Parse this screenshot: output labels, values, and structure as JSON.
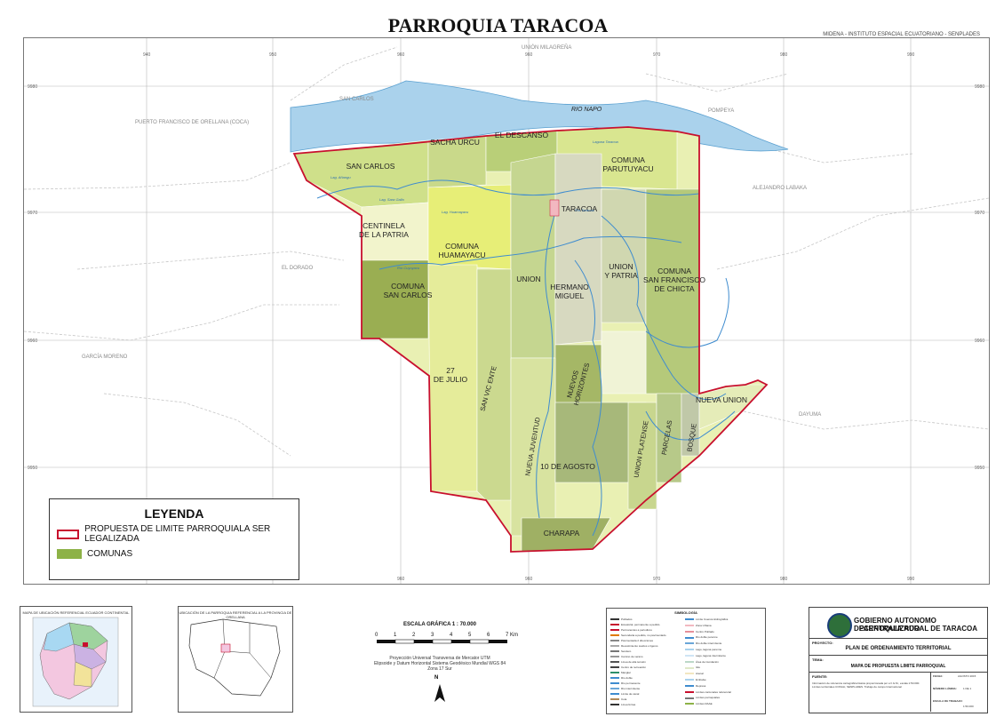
{
  "title": "PARROQUIA TARACOA",
  "source_note": "MIDENA - INSTITUTO ESPACIAL ECUATORIANO - SENPLADES",
  "map": {
    "grid_x_labels": [
      "940",
      "950",
      "960",
      "960",
      "970",
      "980",
      "990"
    ],
    "grid_y_labels": [
      "9980",
      "9970",
      "9960",
      "9950"
    ],
    "neighbors": [
      "UNIÓN MILAGREÑA",
      "SAN CARLOS",
      "POMPEYA",
      "PUERTO FRANCISCO DE ORELLANA (COCA)",
      "ALEJANDRO LABAKA",
      "EL DORADO",
      "GARCÍA MORENO",
      "DAYUMA"
    ],
    "river": "RIO NAPO",
    "zones": [
      "SAN CARLOS",
      "SACHA URCU",
      "EL DESCANSO",
      "COMUNA",
      "PARUTUYACU",
      "TARACOA",
      "CENTINELA",
      "DE LA PATRIA",
      "COMUNA",
      "HUAMAYACU",
      "COMUNA",
      "SAN CARLOS",
      "UNION",
      "HERMANO",
      "MIGUEL",
      "UNION",
      "Y PATRIA",
      "COMUNA",
      "SAN FRANCISCO",
      "DE CHICTA",
      "27",
      "DE JULIO",
      "SAN VIC ENTE",
      "NUEVOS",
      "HORIZONTES",
      "NUEVA JUVENTUD",
      "10 DE AGOSTO",
      "UNION PLATENSE",
      "PARCELAS",
      "BOSQUE",
      "NUEVA UNION",
      "CHARAPA"
    ],
    "water_bodies": [
      "Laguna Taracoa",
      "Lag. Sara Gallo",
      "Lag. Huamayacu",
      "Río Taracoa",
      "Río Cuyuyacu",
      "Lag. Añangu"
    ]
  },
  "legend": {
    "title": "LEYENDA",
    "items": [
      {
        "label": "PROPUESTA DE LIMITE PARROQUIALA SER LEGALIZADA",
        "color": "#c8102e"
      },
      {
        "label": "COMUNAS",
        "color": "#8db247"
      }
    ]
  },
  "inset_ecuador_caption": "MAPA DE UBICACIÓN REFERENCIAL ECUADOR CONTINENTAL",
  "inset_orellana_caption": "UBICACIÓN DE LA PARROQUIA REFERENCIAL A LA PROVINCIA DE ORELLANA",
  "scale": {
    "title": "ESCALA GRÁFICA 1 : 70.000",
    "ticks": [
      "0",
      "1",
      "2",
      "3",
      "4",
      "5",
      "6",
      "7 Km"
    ],
    "projection": [
      "Proyección Universal Transversa de Mercator UTM",
      "Elipsoide y Datum Horizontal Sistema Geodésico Mundial WGS 84",
      "Zona 17 Sur"
    ],
    "north": "N"
  },
  "symbology": {
    "title": "SIMBOLOGÍA",
    "left": [
      "Poblados",
      "Ecuatorial, permanente a pedido",
      "Permanentes a periodicos",
      "Secundaria a pedido, no pavimentado",
      "Pavimentada 2 direcciones",
      "Revestimiento sueltos o ligeros",
      "Sendero",
      "Camino de verano",
      "Línea de alta tensión",
      "Centro de recreación",
      "Manglar",
      "Río doble",
      "Río permanente",
      "Río intermitente",
      "Límite de canal",
      "Cota",
      "Línea férrea"
    ],
    "right": [
      "Límite Cuenca Hidrográfica",
      "Zona Urbana",
      "Centro Poblado",
      "Río doble perenne",
      "Río doble intermitente",
      "Lago, laguna perenne",
      "Lago, laguna intermitente",
      "Área de inundación",
      "Isla",
      "Arenal",
      "Embalse",
      "Represa",
      "Límites cantonales referencial",
      "Límites parroquiales",
      "Límites RAAE"
    ]
  },
  "title_block": {
    "org_line1": "GOBIERNO AUTONOMO DECENTRALIZADO",
    "org_line2": "PARROQUIA RURAL DE TARACOA",
    "project_key": "PROYECTO:",
    "project": "PLAN DE ORDENAMIENTO TERRITORIAL",
    "theme_key": "TEMA:",
    "theme": "MAPA DE PROPUESTA LIMITE PARROQUIAL",
    "source_key": "FUENTE:",
    "source_text": "Información de referencia cartográfica básica proporcionada por el I.G.M., escala 1:50.000. Límites territoriales CONALI, SENPLADES. Trabajo de campo Internacional",
    "date_key": "FECHA:",
    "date": "AGOSTO 2015",
    "sheet_key": "NÚMERO LÁMINA:",
    "sheet": "1 DE 1",
    "scale_key": "ESCALA DE TRABAJO:",
    "scale": "1:50.000"
  }
}
